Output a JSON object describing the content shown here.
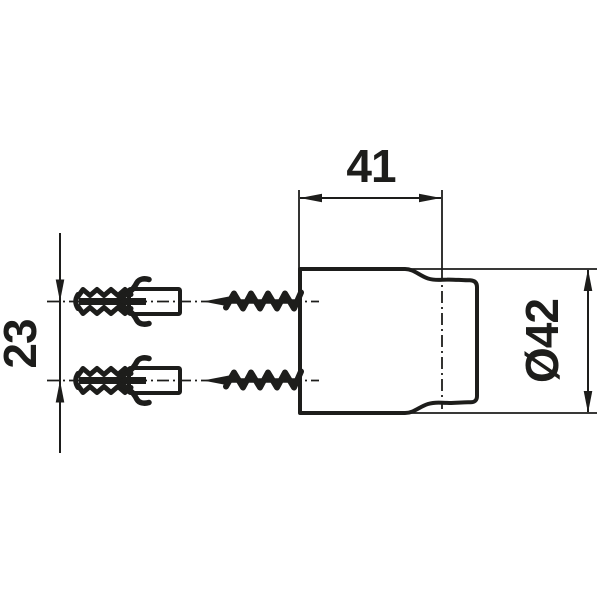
{
  "canvas": {
    "background": "#ffffff",
    "ink": "#1d1d1b"
  },
  "drawing": {
    "type": "technical-dimension-drawing",
    "labels": {
      "width": "41",
      "spacing": "23",
      "diameter": "Ø42"
    },
    "values": {
      "width_mm": 41,
      "spacing_mm": 23,
      "diameter_mm": 42
    },
    "components": [
      "cylindrical-mounting-body",
      "wall-plug-top",
      "wall-plug-bottom",
      "screw-top",
      "screw-bottom"
    ]
  }
}
